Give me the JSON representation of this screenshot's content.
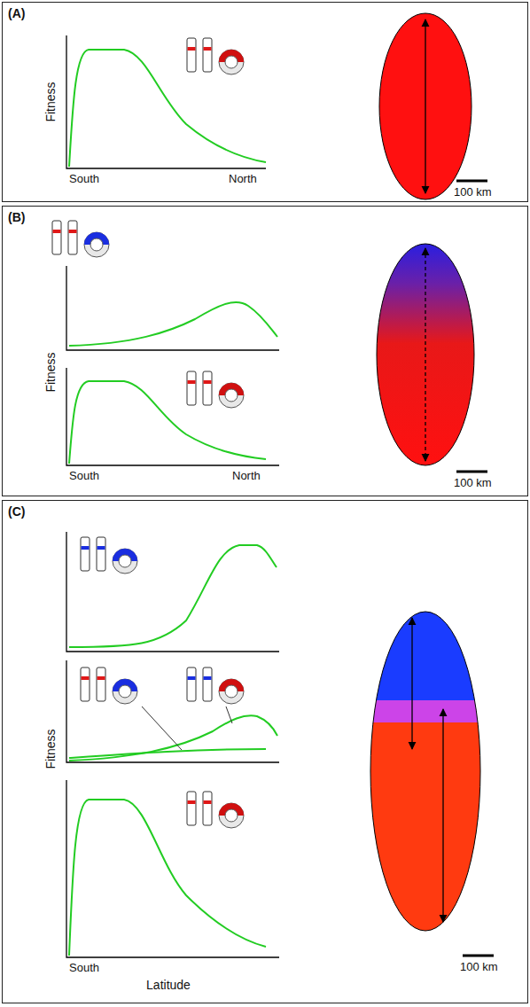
{
  "diagram": {
    "nodes": [
      {
        "text": [
          "(A)"
        ]
      },
      {
        "text": [
          "(B)"
        ]
      },
      {
        "text": [
          "(C)"
        ]
      }
    ],
    "labels": [
      "Fitness",
      "South",
      "North",
      "100 km",
      "Fitness",
      "South",
      "North",
      "100 km",
      "Fitness",
      "South",
      "Latitude",
      "100 km"
    ]
  }
}
